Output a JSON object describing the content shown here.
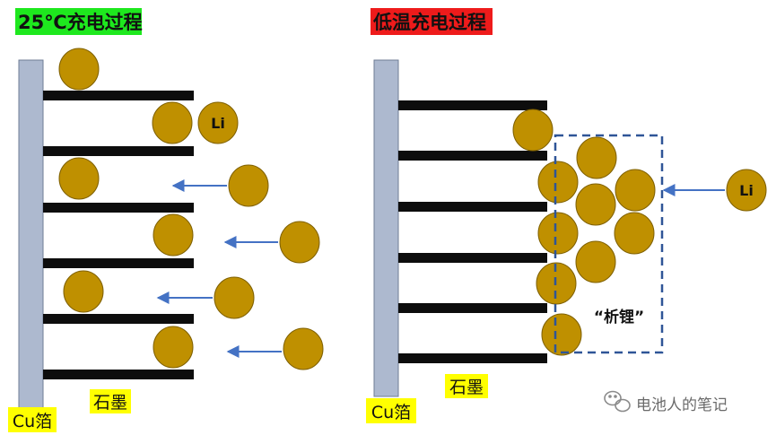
{
  "left_panel": {
    "title": "25℃充电过程",
    "title_bg": "#1ee81e",
    "foil_label": "Cu箔",
    "graphite_label": "石墨",
    "li_label": "Li"
  },
  "right_panel": {
    "title": "低温充电过程",
    "title_bg": "#ee1b1b",
    "foil_label": "Cu箔",
    "graphite_label": "石墨",
    "li_label": "Li",
    "plating_label": "“析锂”"
  },
  "watermark": {
    "text": "电池人的笔记"
  },
  "colors": {
    "foil": "#adb9cf",
    "graphite": "#0d0d0d",
    "lithium": "#bf9000",
    "lithium_stroke": "#7f6000",
    "arrow": "#4472c4",
    "dashed_box": "#2f5597",
    "label_bg": "#ffff00"
  }
}
